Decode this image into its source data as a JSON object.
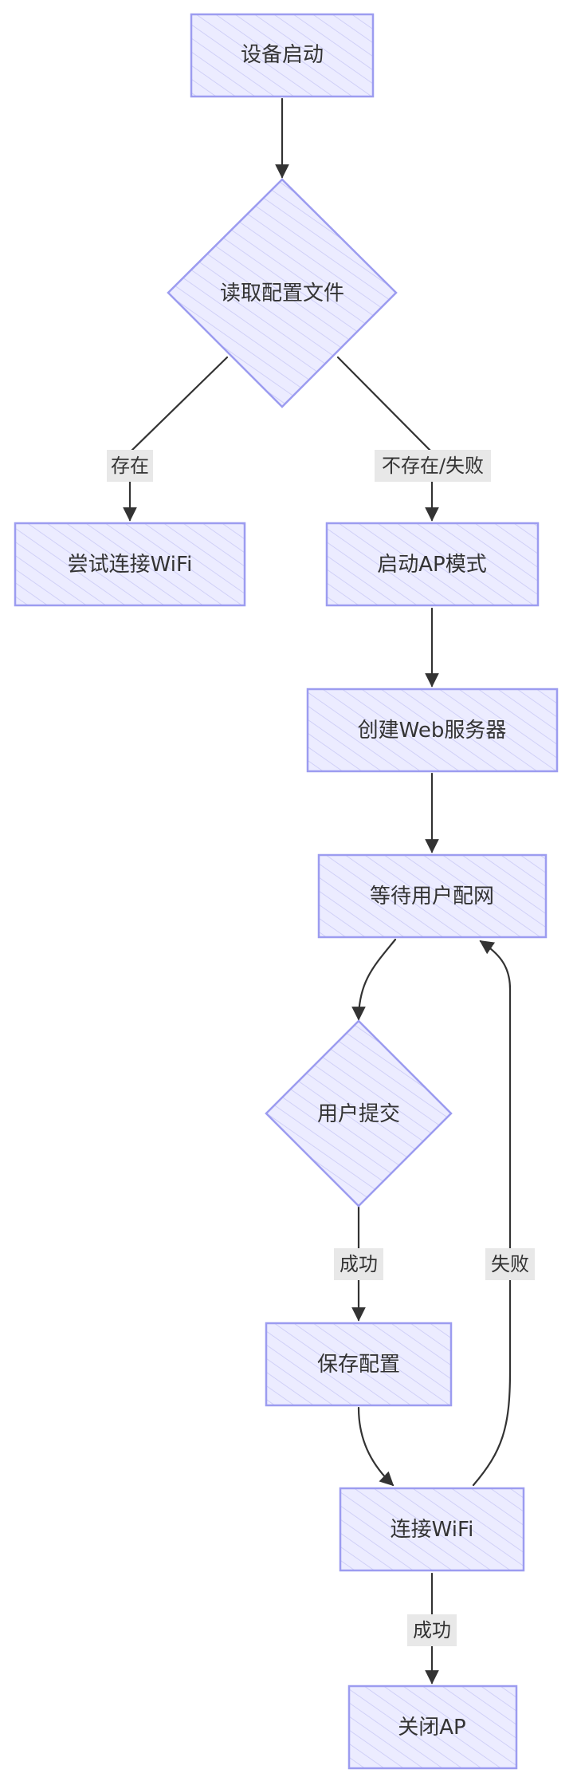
{
  "nodes": {
    "device_boot": "设备启动",
    "read_config": "读取配置文件",
    "try_connect_wifi": "尝试连接WiFi",
    "start_ap_mode": "启动AP模式",
    "create_web_server": "创建Web服务器",
    "wait_user_config": "等待用户配网",
    "user_submit": "用户提交",
    "save_config": "保存配置",
    "connect_wifi": "连接WiFi",
    "close_ap": "关闭AP"
  },
  "edge_labels": {
    "exists": "存在",
    "not_exists_or_fail": "不存在/失败",
    "success_1": "成功",
    "fail": "失败",
    "success_2": "成功"
  },
  "colors": {
    "node_fill": "#ececff",
    "node_stroke": "#9c9cf0",
    "hatch": "#c9c9f5",
    "edge": "#333333",
    "label_bg": "#e8e8e8",
    "text": "#333333"
  }
}
